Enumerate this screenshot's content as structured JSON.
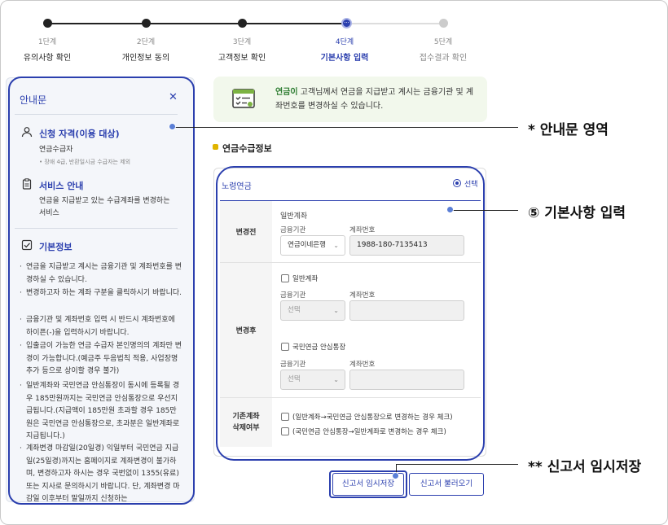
{
  "stepper": {
    "steps": [
      {
        "num": "1단계",
        "label": "유의사항 확인",
        "state": "done"
      },
      {
        "num": "2단계",
        "label": "개인정보 동의",
        "state": "done"
      },
      {
        "num": "3단계",
        "label": "고객정보 확인",
        "state": "done"
      },
      {
        "num": "4단계",
        "label": "기본사항 입력",
        "state": "active",
        "glyph": "···"
      },
      {
        "num": "5단계",
        "label": "접수결과 확인",
        "state": "todo"
      }
    ]
  },
  "guide": {
    "title": "안내문",
    "sections": [
      {
        "title": "신청 자격(이용 대상)",
        "text": "연금수급자",
        "sub": "• 장애 4급, 반환일시금 수급자는 제외",
        "icon": "person-icon"
      },
      {
        "title": "서비스 안내",
        "text": "연금을 지급받고 있는 수급계좌를 변경하는 서비스",
        "icon": "document-icon"
      },
      {
        "title": "기본정보",
        "icon": "checkbox-icon"
      }
    ],
    "bullets": [
      "연금을 지급받고 계시는 금융기관 및 계좌번호를 변경하실 수 있습니다.",
      "변경하고자 하는 계좌 구분을 클릭하시기 바랍니다.",
      "금융기관 및 계좌번호 입력 시 반드시 계좌번호에 하이픈(-)을 입력하시기 바랍니다.",
      "입출금이 가능한 연금 수급자 본인명의의 계좌만 변경이 가능합니다.(예금주 두음법칙 적용, 사업장명 추가 등으로 상이할 경우 불가)",
      "일반계좌와 국민연금 안심통장이 동시에 등록될 경우 185만원까지는 국민연금 안심통장으로 우선지급됩니다.(지급액이 185만원 초과할 경우 185만원은 국민연금 안심통장으로, 초과분은 일반계좌로 지급됩니다.)",
      "계좌변경 마감일(20일경) 익일부터 국민연금 지급일(25일경)까지는 홈페이지로 계좌변경이 불가하며, 변경하고자 하시는 경우 국번없이 1355(유료) 또는 지사로 문의하시기 바랍니다. 단, 계좌변경 마감일 이후부터 말일까지 신청하는"
    ]
  },
  "banner": {
    "highlight": "연금이",
    "text": " 고객님께서 연금을 지급받고 계시는 금융기관 및 계좌번호를 변경하실 수 있습니다."
  },
  "section_title": "연금수급정보",
  "form": {
    "pension_type": "노령연금",
    "radio_label": "선택",
    "before": {
      "row_label": "변경전",
      "account_type": "일반계좌",
      "bank_label": "금융기관",
      "bank_value": "연금이네은행",
      "account_label": "계좌번호",
      "account_value": "1988-180-7135413"
    },
    "after": {
      "row_label": "변경후",
      "general": {
        "check_label": "일반계좌",
        "bank_label": "금융기관",
        "bank_placeholder": "선택",
        "account_label": "계좌번호"
      },
      "safe": {
        "check_label": "국민연금 안심통장",
        "bank_label": "금융기관",
        "bank_placeholder": "선택",
        "account_label": "계좌번호"
      }
    },
    "delete": {
      "row_label_1": "기존계좌",
      "row_label_2": "삭제여부",
      "opt1": "(일반계좌→국민연금 안심통장으로 변경하는 경우 체크)",
      "opt2": "(국민연금 안심통장→일반계좌로 변경하는 경우 체크)"
    }
  },
  "buttons": {
    "save": "신고서 임시저장",
    "load": "신고서 불러오기"
  },
  "annotations": {
    "guide": "* 안내문 영역",
    "form": "⑤ 기본사항 입력",
    "save": "** 신고서 임시저장"
  },
  "colors": {
    "accent": "#2b3fae",
    "banner_bg": "#f2f8ec",
    "banner_em": "#2e7d32",
    "annotation_dot": "#5b7fd6"
  }
}
